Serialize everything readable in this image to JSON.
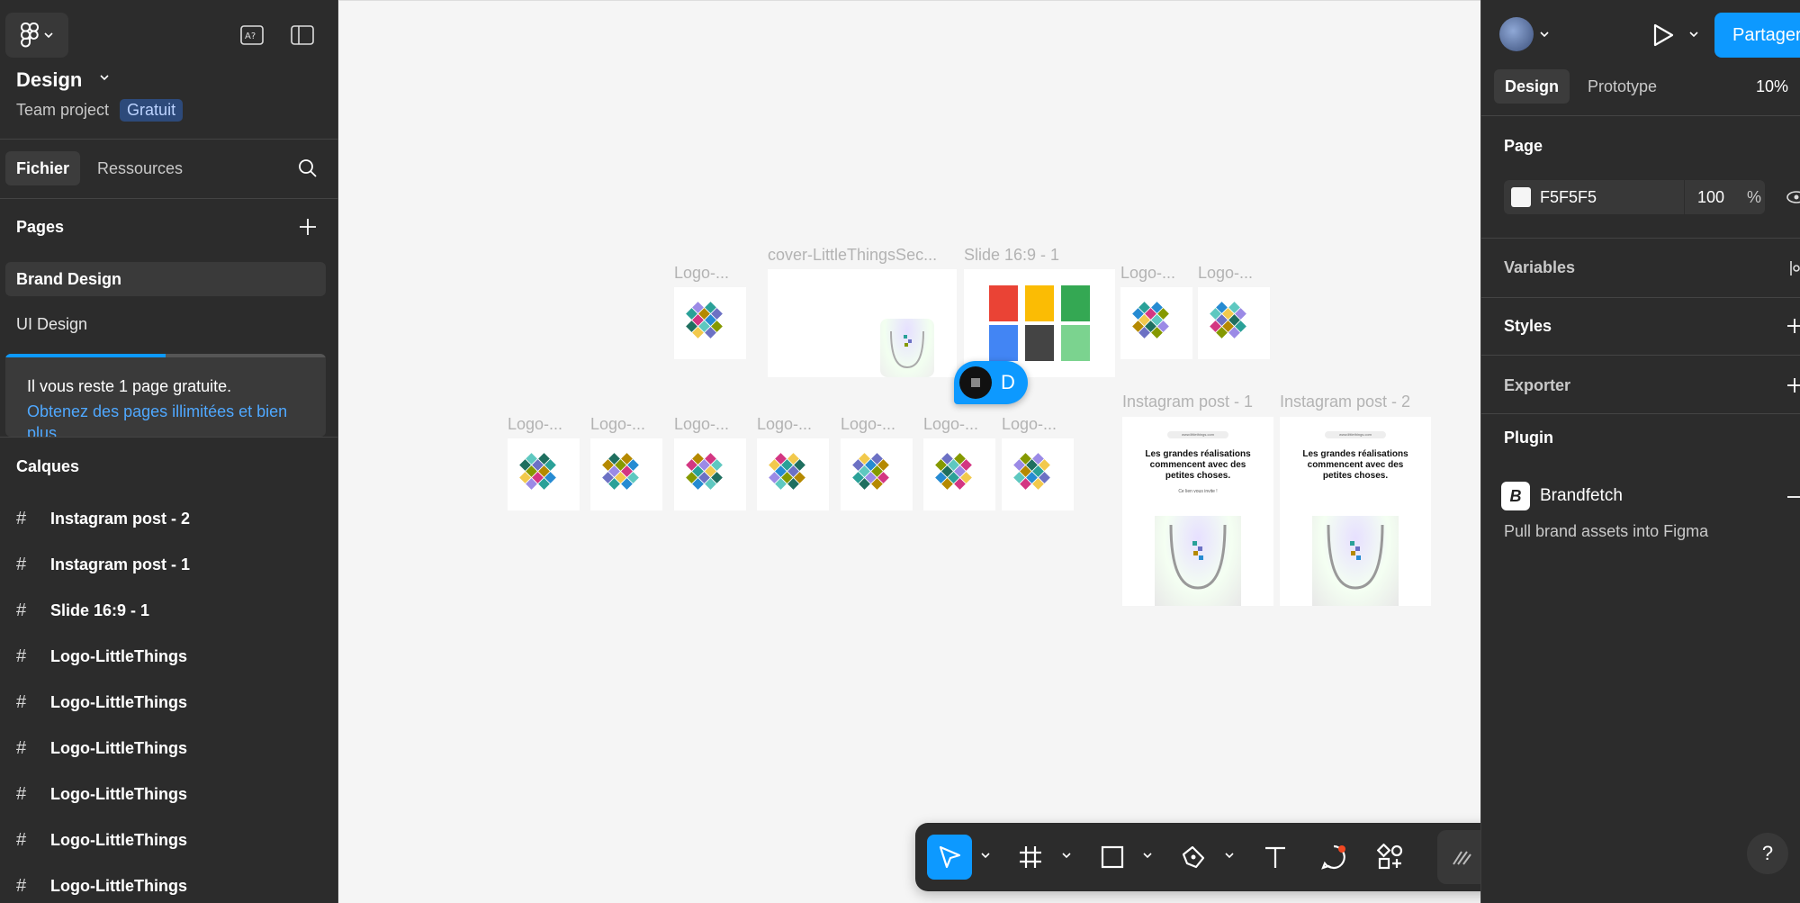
{
  "left": {
    "file_title": "Design",
    "team": "Team project",
    "plan_badge": "Gratuit",
    "tabs": [
      "Fichier",
      "Ressources"
    ],
    "pages_title": "Pages",
    "pages": [
      "Brand Design",
      "UI Design"
    ],
    "upsell_text": "Il vous reste 1 page gratuite.",
    "upsell_link": "Obtenez des pages illimitées et bien plus",
    "upsell_progress": 0.5,
    "layers_title": "Calques",
    "layers": [
      "Instagram post - 2",
      "Instagram post - 1",
      "Slide 16:9 - 1",
      "Logo-LittleThings",
      "Logo-LittleThings",
      "Logo-LittleThings",
      "Logo-LittleThings",
      "Logo-LittleThings",
      "Logo-LittleThings"
    ]
  },
  "canvas": {
    "labels": {
      "logo_short": "Logo-...",
      "cover": "cover-LittleThingsSec...",
      "slide": "Slide 16:9 - 1",
      "insta1": "Instagram post - 1",
      "insta2": "Instagram post - 2"
    },
    "insta_url": "www.littlethings.com",
    "insta_headline": "Les grandes réalisations commencent avec des petites choses.",
    "insta_sub": "Ce lien vous invite !",
    "cursor_letter": "D",
    "slide_colors": [
      "#ea4335",
      "#fbbc04",
      "#34a853",
      "#4285f4",
      "#444444",
      "#7bd38f"
    ]
  },
  "right": {
    "share_label": "Partager",
    "tabs": [
      "Design",
      "Prototype"
    ],
    "zoom": "10%",
    "page_title": "Page",
    "page_color": "F5F5F5",
    "page_opacity": "100",
    "percent": "%",
    "sections": [
      "Variables",
      "Styles",
      "Exporter",
      "Plugin"
    ],
    "plugin_name": "Brandfetch",
    "plugin_desc": "Pull brand assets into Figma",
    "help": "?"
  }
}
